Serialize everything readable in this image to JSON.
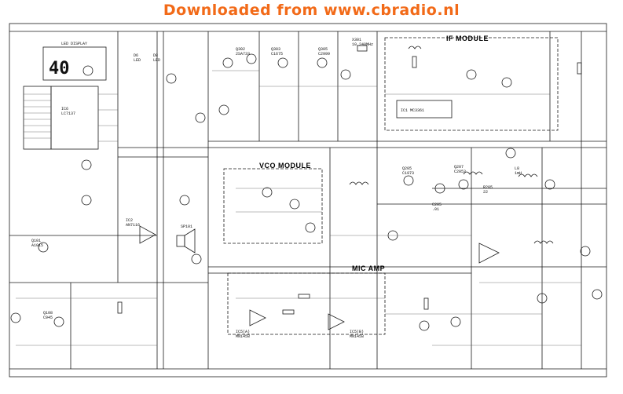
{
  "header": {
    "banner": "Downloaded from www.cbradio.nl",
    "color": "#f26a18"
  },
  "display": {
    "title": "LED DISPLAY",
    "reading": "40"
  },
  "modules": {
    "if": "IF MODULE",
    "vco": "VCO MODULE",
    "mic": "MIC AMP"
  },
  "ics": {
    "main": "IC6\nLC7137",
    "if": "IC1  MC3361",
    "mic_a": "IC5(A)\nMN1458",
    "mic_b": "IC5(B)\nMN1458"
  },
  "parts": {
    "q302": "Q302\n2SA733",
    "q303": "Q303\nC1675",
    "q305": "Q305\nC2999",
    "q207": "Q207\nC2053",
    "q205": "Q205\nC1973",
    "x301": "X301\n10.240MHz",
    "d6": "D6\nLED",
    "d8": "D8\nLED",
    "r205": "R205\n22",
    "l8": "L8\n1mH",
    "c205": "C205\n.01",
    "q101": "Q101\nA1015",
    "q108": "Q108\nC945",
    "sp": "SP101",
    "ic2": "IC2\nAN7116"
  },
  "colors": {
    "ink": "#1a1a1a",
    "accent": "#f26a18",
    "paper": "#ffffff"
  }
}
